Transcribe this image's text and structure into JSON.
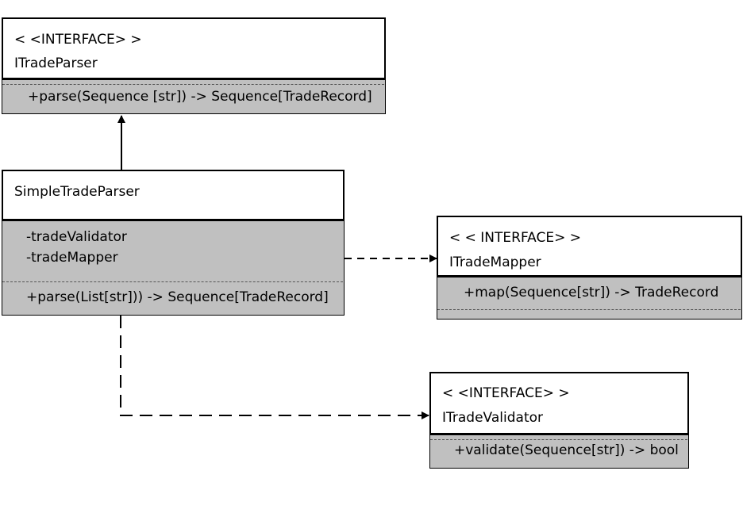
{
  "classes": {
    "itradeparser": {
      "stereotype": "< <INTERFACE> >",
      "name": "ITradeParser",
      "methods": [
        "+parse(Sequence [str]) -> Sequence[TradeRecord]"
      ]
    },
    "simpletradeparser": {
      "name": "SimpleTradeParser",
      "attributes": [
        "-tradeValidator",
        "-tradeMapper"
      ],
      "methods": [
        "+parse(List[str])) -> Sequence[TradeRecord]"
      ]
    },
    "itrademapper": {
      "stereotype": "< < INTERFACE> >",
      "name": "ITradeMapper",
      "methods": [
        "+map(Sequence[str]) -> TradeRecord"
      ]
    },
    "itradevalidator": {
      "stereotype": "< <INTERFACE> >",
      "name": "ITradeValidator",
      "methods": [
        "+validate(Sequence[str]) -> bool"
      ]
    }
  }
}
